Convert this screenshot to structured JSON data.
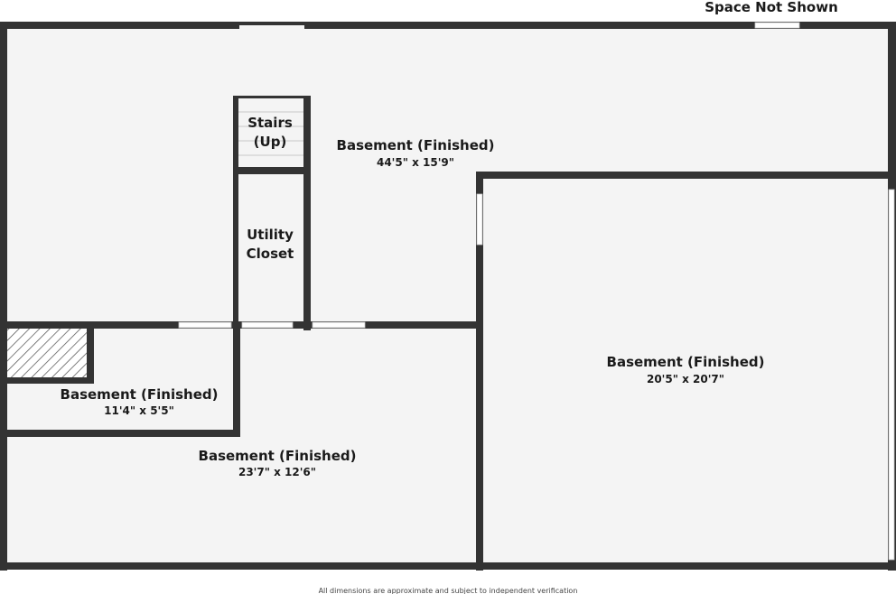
{
  "header": {
    "space_not_shown": "Space Not Shown"
  },
  "rooms": {
    "basement_main": {
      "name": "Basement (Finished)",
      "dimensions": "44'5\" x 15'9\""
    },
    "stairs": {
      "line1": "Stairs",
      "line2": "(Up)"
    },
    "utility": {
      "line1": "Utility",
      "line2": "Closet"
    },
    "basement_small": {
      "name": "Basement (Finished)",
      "dimensions": "11'4\" x 5'5\""
    },
    "basement_bottom": {
      "name": "Basement (Finished)",
      "dimensions": "23'7\" x 12'6\""
    },
    "basement_right": {
      "name": "Basement (Finished)",
      "dimensions": "20'5\" x 20'7\""
    }
  },
  "footer": {
    "disclaimer": "All dimensions are approximate and subject to independent verification"
  },
  "colors": {
    "wall": "#333333",
    "floor": "#f4f4f4",
    "text": "#1a1a1a"
  }
}
